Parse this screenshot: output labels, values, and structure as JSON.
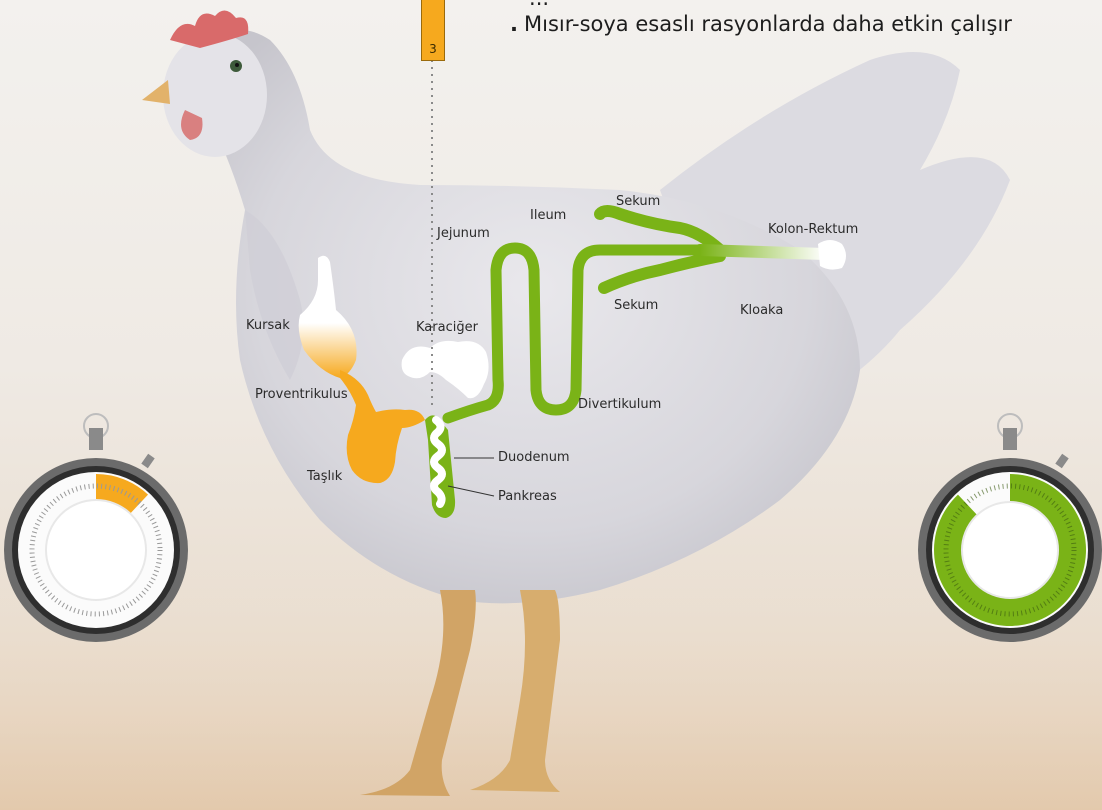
{
  "header": {
    "bullet_partial": "• ...",
    "bullet_text": "Mısır-soya esaslı rasyonlarda daha etkin çalışır"
  },
  "section_tag": {
    "number": "3"
  },
  "organs": {
    "kursak": "Kursak",
    "proventrikulus": "Proventrikulus",
    "taslik": "Taşlık",
    "karaciger": "Karaciğer",
    "jejunum": "Jejunum",
    "ileum": "Ileum",
    "sekum_top": "Sekum",
    "sekum_bottom": "Sekum",
    "kolon_rektum": "Kolon-Rektum",
    "kloaka": "Kloaka",
    "divertikulum": "Divertikulum",
    "duodenum": "Duodenum",
    "pankreas": "Pankreas"
  },
  "timers": {
    "left": {
      "fill_fraction": 0.12,
      "color": "#f6a91e"
    },
    "right": {
      "fill_fraction": 0.88,
      "color": "#7ab317"
    }
  },
  "colors": {
    "orange": "#f6a91e",
    "green": "#7ab317",
    "white": "#ffffff"
  }
}
